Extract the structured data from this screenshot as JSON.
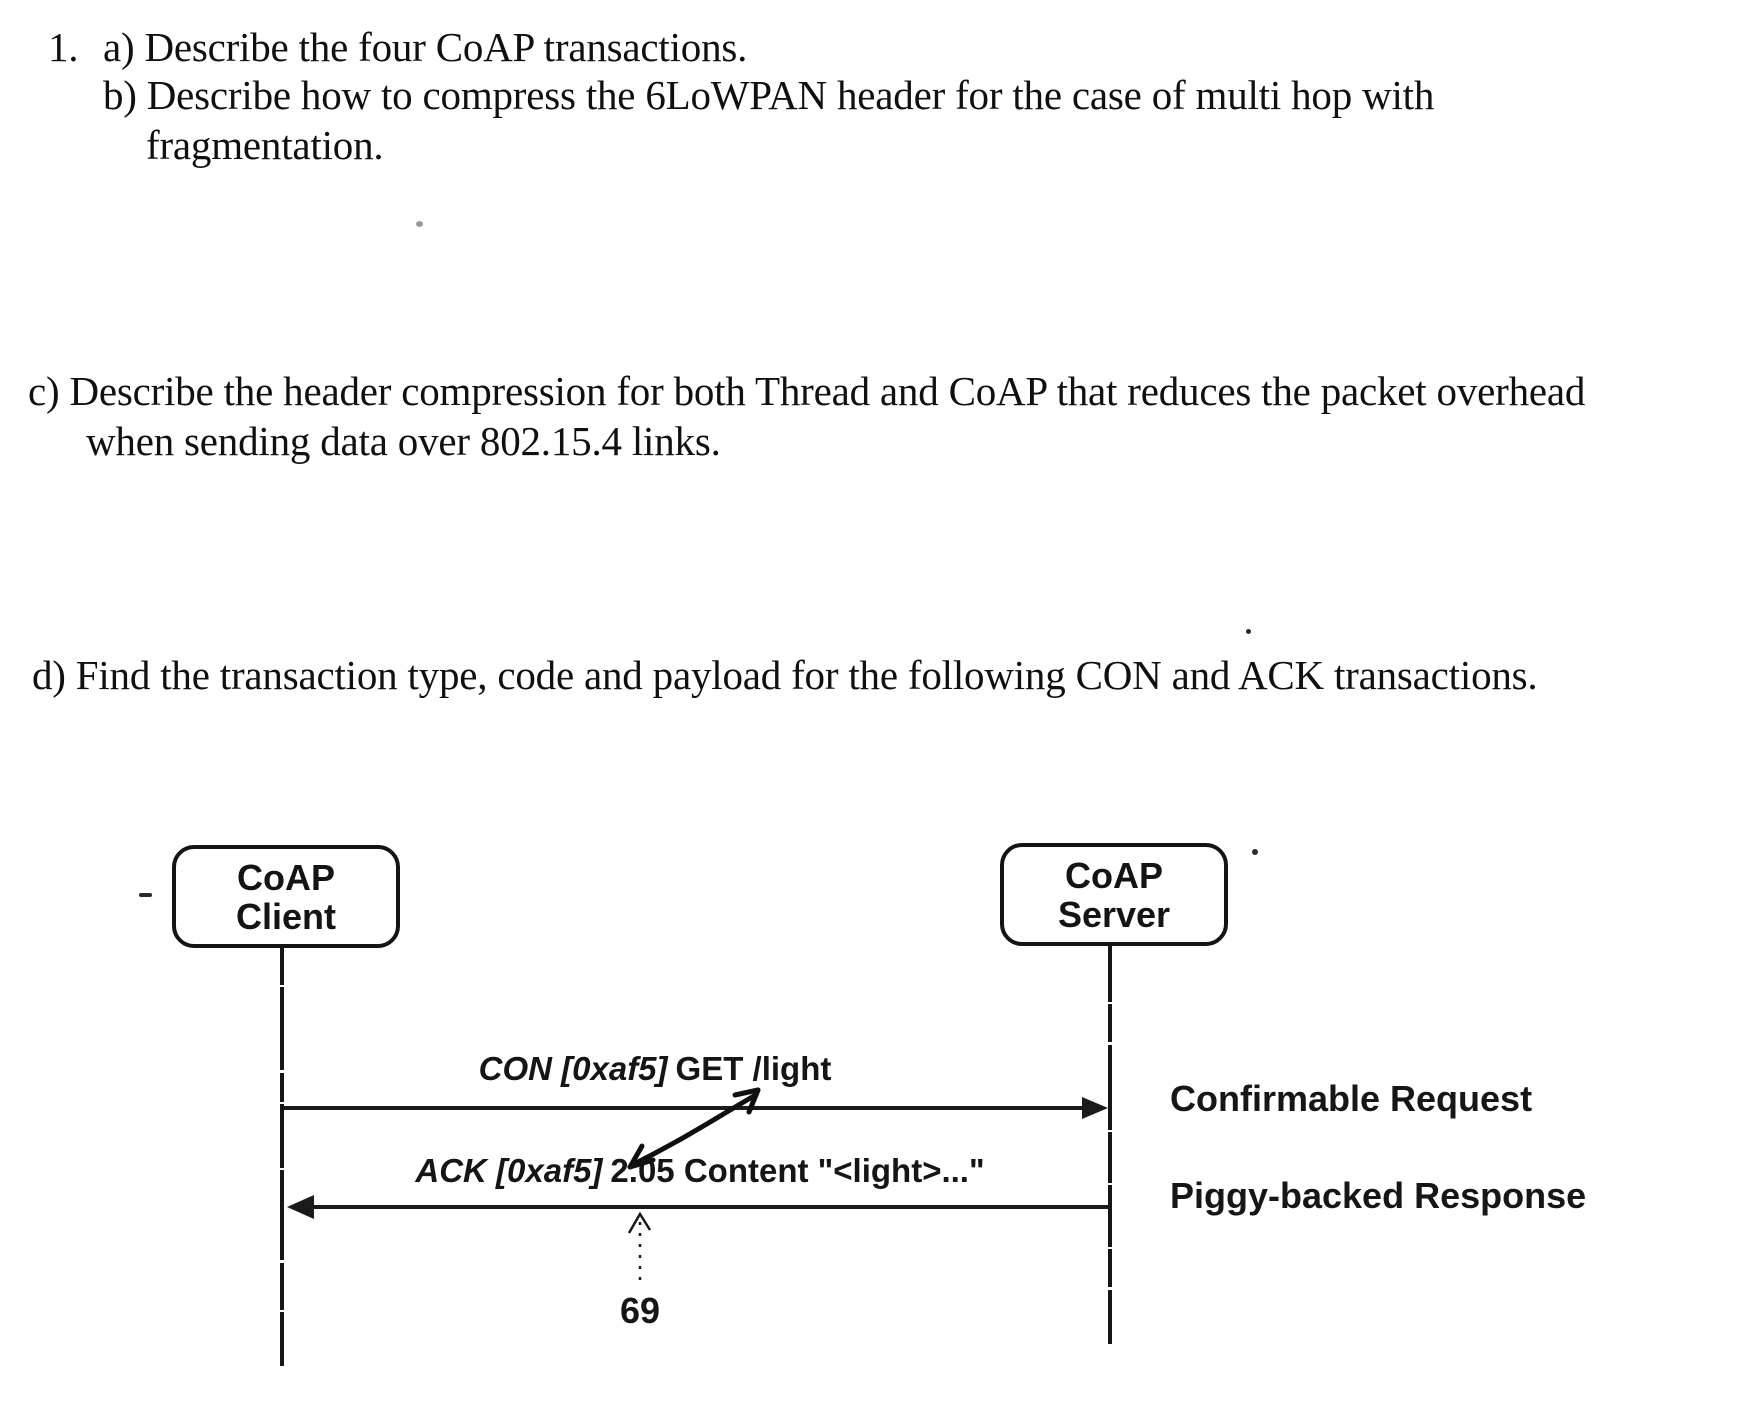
{
  "colors": {
    "ink": "#111111",
    "paper": "#ffffff"
  },
  "document": {
    "question_number": "1.",
    "item_a": {
      "label": "a)",
      "text": "Describe the four CoAP transactions."
    },
    "item_b": {
      "label": "b)",
      "line1": "Describe how to compress the 6LoWPAN header for the case of multi hop with",
      "line2": "fragmentation."
    },
    "item_c": {
      "label": "c)",
      "line1": "Describe the header compression for both Thread and CoAP that reduces the packet overhead",
      "line2": "when sending data over 802.15.4 links."
    },
    "item_d": {
      "label": "d)",
      "text": "Find the transaction type, code and payload for the following CON and ACK transactions."
    }
  },
  "diagram": {
    "client_box": {
      "line1": "CoAP",
      "line2": "Client"
    },
    "server_box": {
      "line1": "CoAP",
      "line2": "Server"
    },
    "con_message": {
      "prefix": "CON [0xaf5]",
      "payload": "GET /light",
      "annotation": "Confirmable Request"
    },
    "ack_message": {
      "prefix": "ACK [0xaf5]",
      "payload": "2.05 Content \"<light>...\"",
      "annotation": "Piggy-backed Response"
    },
    "note": "69"
  }
}
